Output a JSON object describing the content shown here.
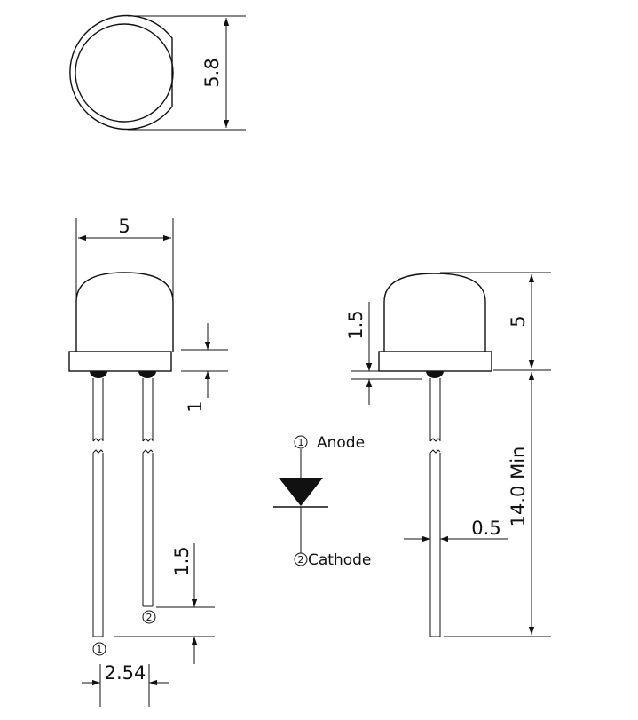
{
  "colors": {
    "line": "#111111",
    "background": "#ffffff"
  },
  "top_view": {
    "dim_height": "5.8"
  },
  "front_view": {
    "dim_width": "5",
    "dim_flange": "1",
    "dim_lead_offset": "1.5",
    "dim_pitch": "2.54",
    "pin1_marker": "1",
    "pin2_marker": "2"
  },
  "side_view": {
    "dim_dome": "1.5",
    "dim_body": "5",
    "dim_lead_length": "14.0 Min",
    "dim_lead_diameter": "0.5"
  },
  "schematic": {
    "anode_marker": "1",
    "anode_label": "Anode",
    "cathode_marker": "2",
    "cathode_label": "Cathode"
  }
}
